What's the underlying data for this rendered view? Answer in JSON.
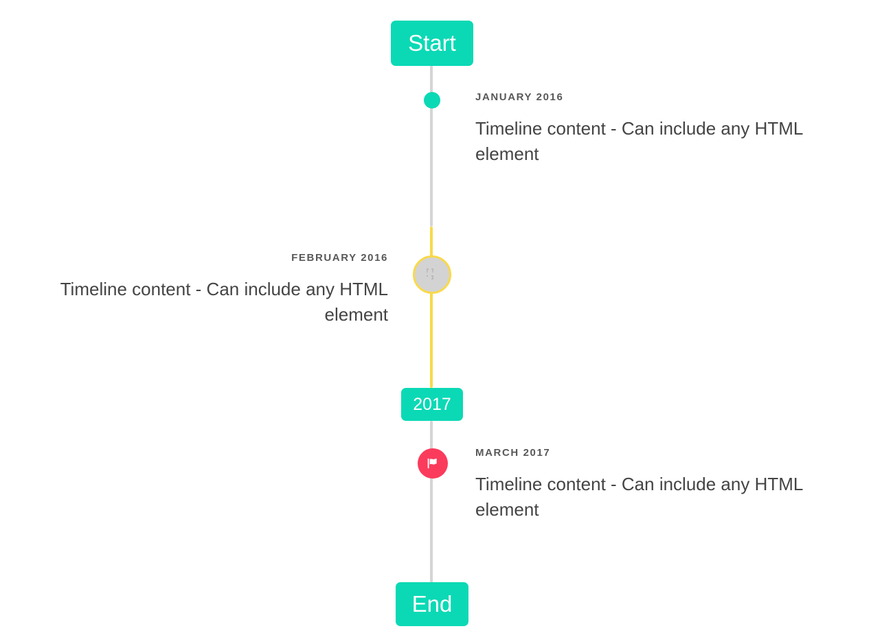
{
  "timeline": {
    "start_label": "Start",
    "end_label": "End",
    "year_marker_label": "2017",
    "colors": {
      "accent_teal": "#0BD9B5",
      "line_grey": "#D5D5D5",
      "line_yellow": "#F9D949",
      "flag_red": "#FB3B5C",
      "marker_grey": "#D3D3D3",
      "date_text": "#585858",
      "body_text": "#444444"
    },
    "entries": [
      {
        "date": "JANUARY 2016",
        "body": "Timeline content - Can include any HTML element",
        "side": "right",
        "marker_icon": "dot-icon"
      },
      {
        "date": "FEBRUARY 2016",
        "body": "Timeline content - Can include any HTML element",
        "side": "left",
        "marker_icon": "broken-image-icon"
      },
      {
        "date": "MARCH 2017",
        "body": "Timeline content - Can include any HTML element",
        "side": "right",
        "marker_icon": "flag-icon"
      }
    ]
  }
}
